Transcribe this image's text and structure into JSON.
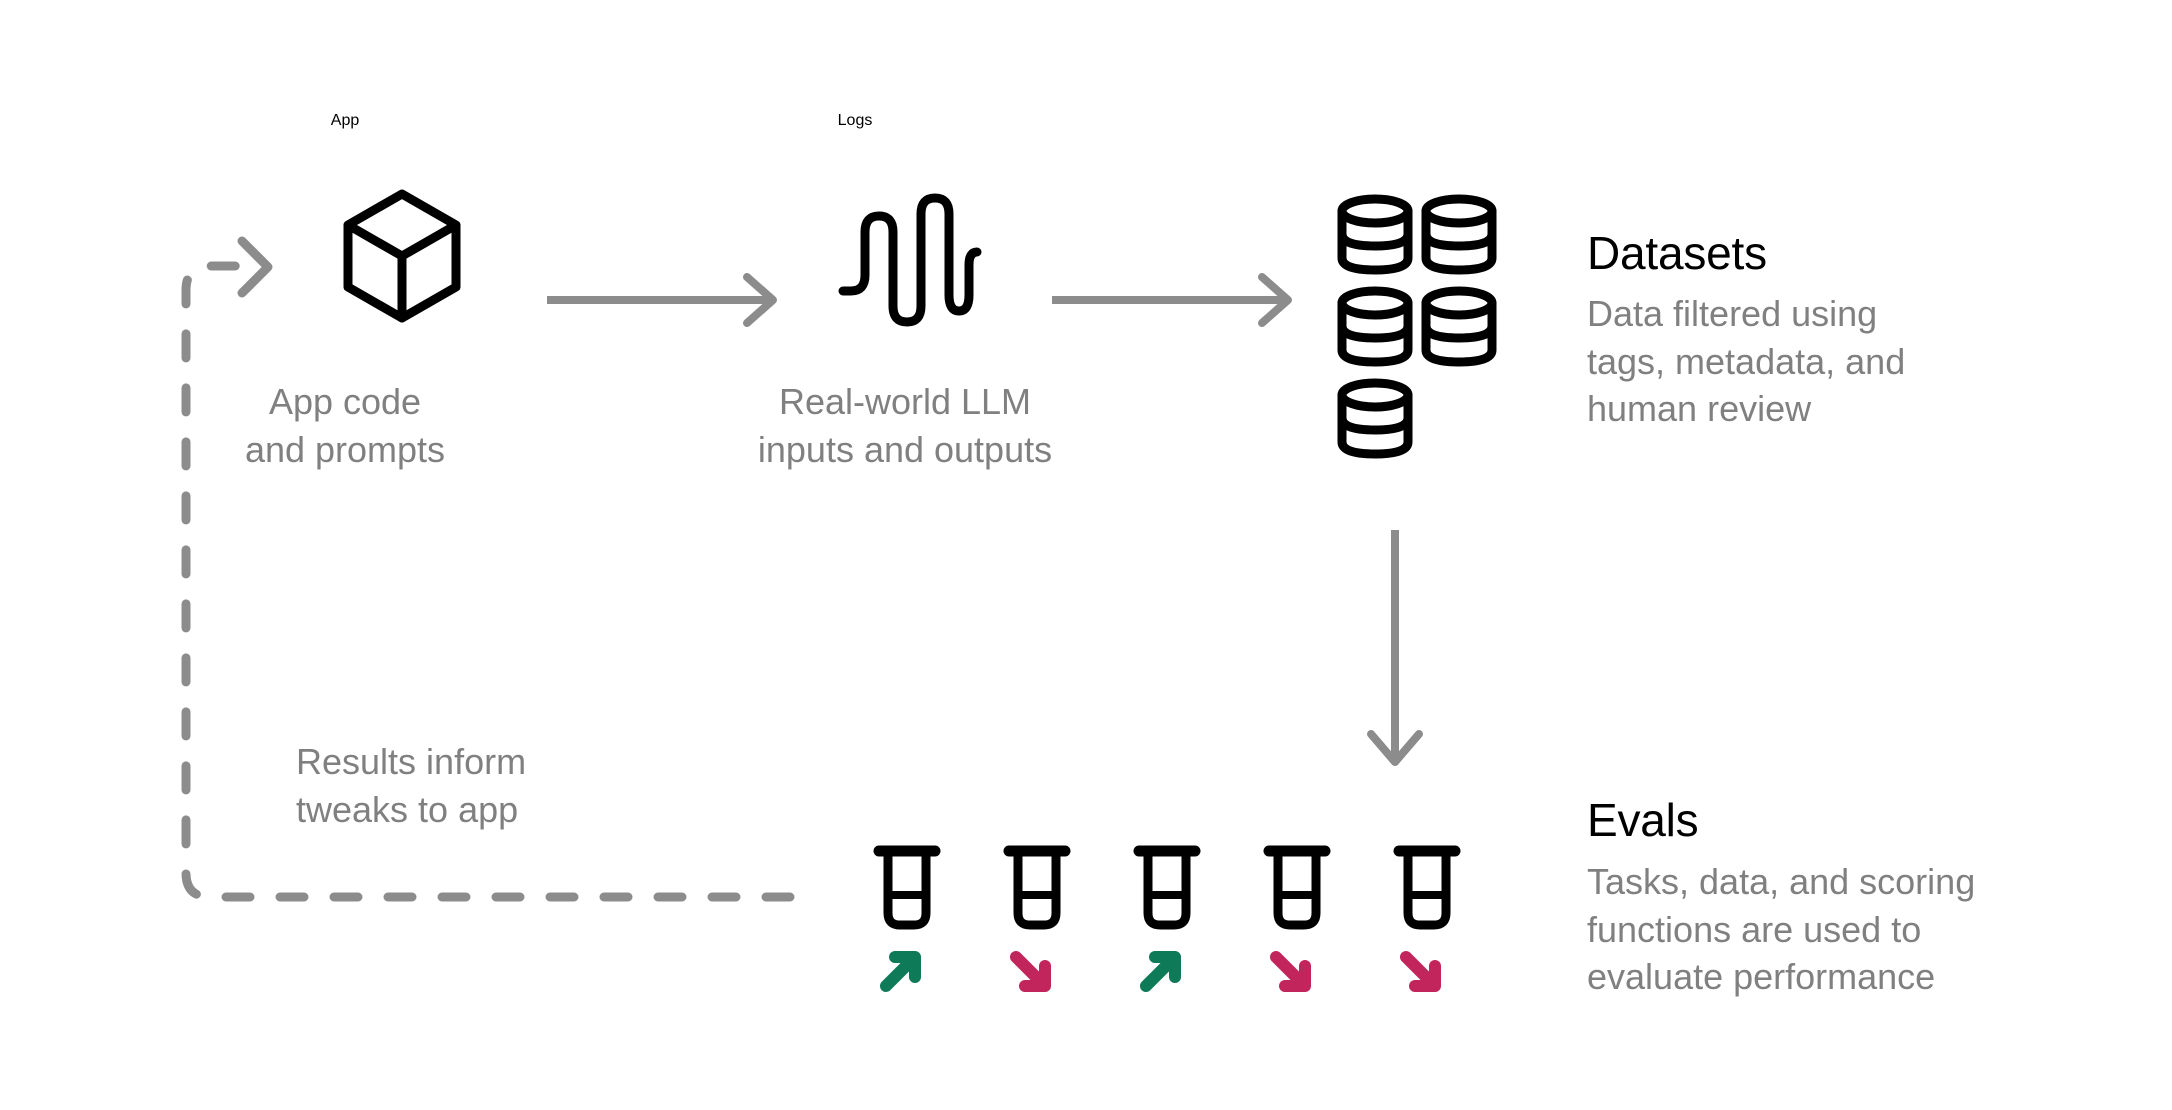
{
  "diagram": {
    "title_semantics": "llm-app-evaluation-feedback-loop",
    "background_color": "#ffffff",
    "ink_color": "#000000",
    "muted_color": "#808080",
    "arrow_color": "#8c8c8c",
    "positive_color": "#0f7a58",
    "negative_color": "#c2255c"
  },
  "nodes": {
    "app": {
      "title": "App",
      "caption": "App code\nand prompts",
      "icon": "cube-icon"
    },
    "logs": {
      "title": "Logs",
      "caption": "Real-world LLM\ninputs and outputs",
      "icon": "waveform-icon"
    },
    "datasets": {
      "title": "Datasets",
      "caption": "Data filtered using\ntags, metadata, and\nhuman review",
      "icon": "database-stack-icon",
      "icon_count": 5
    },
    "evals": {
      "title": "Evals",
      "caption": "Tasks, data, and scoring\nfunctions are used to\nevaluate performance",
      "icon": "beaker-icon",
      "icon_count": 5
    }
  },
  "feedback_loop": {
    "caption": "Results inform\ntweaks to app",
    "style": "dashed",
    "color": "#8c8c8c"
  },
  "eval_results": [
    {
      "index": 1,
      "trend": "up",
      "arrow": "arrow-up-right-icon",
      "color": "#0f7a58"
    },
    {
      "index": 2,
      "trend": "down",
      "arrow": "arrow-down-right-icon",
      "color": "#c2255c"
    },
    {
      "index": 3,
      "trend": "up",
      "arrow": "arrow-up-right-icon",
      "color": "#0f7a58"
    },
    {
      "index": 4,
      "trend": "down",
      "arrow": "arrow-down-right-icon",
      "color": "#c2255c"
    },
    {
      "index": 5,
      "trend": "down",
      "arrow": "arrow-down-right-icon",
      "color": "#c2255c"
    }
  ],
  "connectors": [
    {
      "name": "app-to-logs",
      "from": "app",
      "to": "logs",
      "style": "solid"
    },
    {
      "name": "logs-to-datasets",
      "from": "logs",
      "to": "datasets",
      "style": "solid"
    },
    {
      "name": "datasets-to-evals",
      "from": "datasets",
      "to": "evals",
      "style": "solid"
    },
    {
      "name": "evals-to-app",
      "from": "evals",
      "to": "app",
      "style": "dashed"
    }
  ]
}
